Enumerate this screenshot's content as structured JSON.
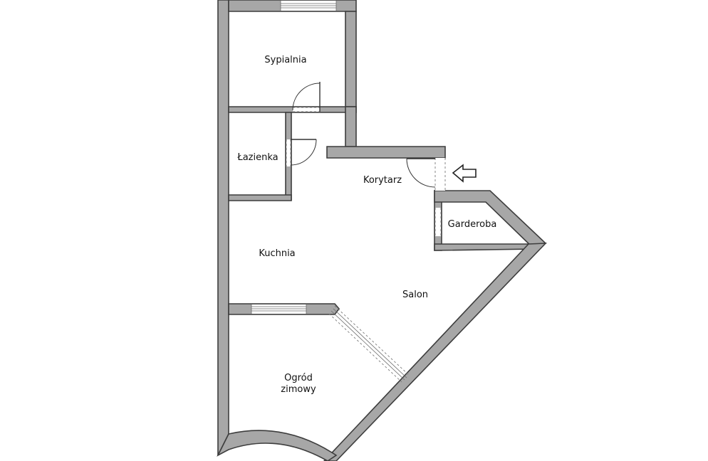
{
  "rooms": {
    "bedroom": "Sypialnia",
    "bathroom": "Łazienka",
    "corridor": "Korytarz",
    "wardrobe": "Garderoba",
    "kitchen": "Kuchnia",
    "living_room": "Salon",
    "winter_garden_line1": "Ogród",
    "winter_garden_line2": "zimowy"
  },
  "icons": {
    "entrance": "arrow-left-icon"
  },
  "colors": {
    "wall_fill": "#a7a7a7",
    "wall_stroke": "#3d3d3d",
    "background": "#ffffff"
  }
}
